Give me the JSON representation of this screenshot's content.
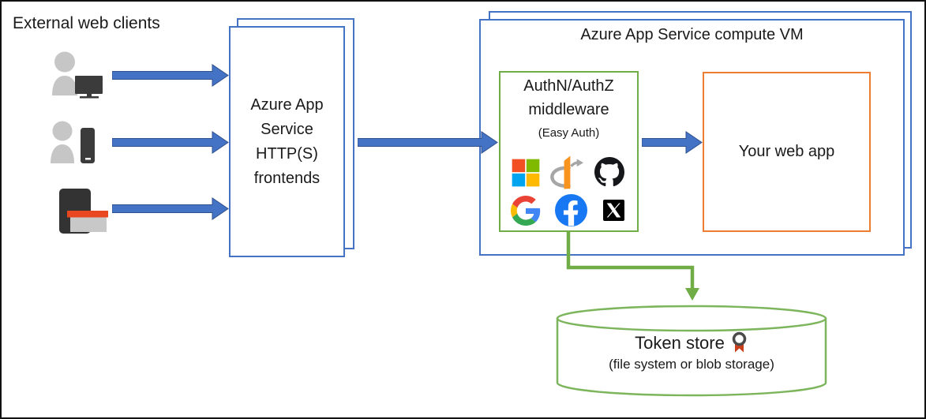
{
  "clients": {
    "label": "External web clients",
    "icons": [
      "desktop-user-icon",
      "mobile-user-icon",
      "mobile-web-browser-icon"
    ]
  },
  "frontends": {
    "lines": [
      "Azure App",
      "Service",
      "HTTP(S)",
      "frontends"
    ]
  },
  "compute_vm": {
    "title": "Azure App Service compute VM"
  },
  "middleware": {
    "line1": "AuthN/AuthZ",
    "line2": "middleware",
    "line3": "(Easy Auth)",
    "providers": [
      "Microsoft",
      "OpenID Connect",
      "GitHub",
      "Google",
      "Facebook",
      "X (Twitter)"
    ]
  },
  "web_app": {
    "label": "Your web app"
  },
  "token_store": {
    "title": "Token store",
    "subtitle": "(file system or blob storage)",
    "badge_icon": "medal-seal-icon"
  },
  "colors": {
    "blue": "#4472C4",
    "arrow_border": "#2F528F",
    "green_box": "#70AD47",
    "green_cylinder": "#7CB55C",
    "orange_box": "#ED7D31",
    "microsoft": [
      "#F25022",
      "#7FBA00",
      "#00A4EF",
      "#FFB900"
    ],
    "facebook": "#1877F2",
    "openid_orange": "#F8931E",
    "client_gray": "#C6C6C6",
    "device_dark": "#3B3B3B",
    "browser_bar_orange": "#E8471F"
  }
}
